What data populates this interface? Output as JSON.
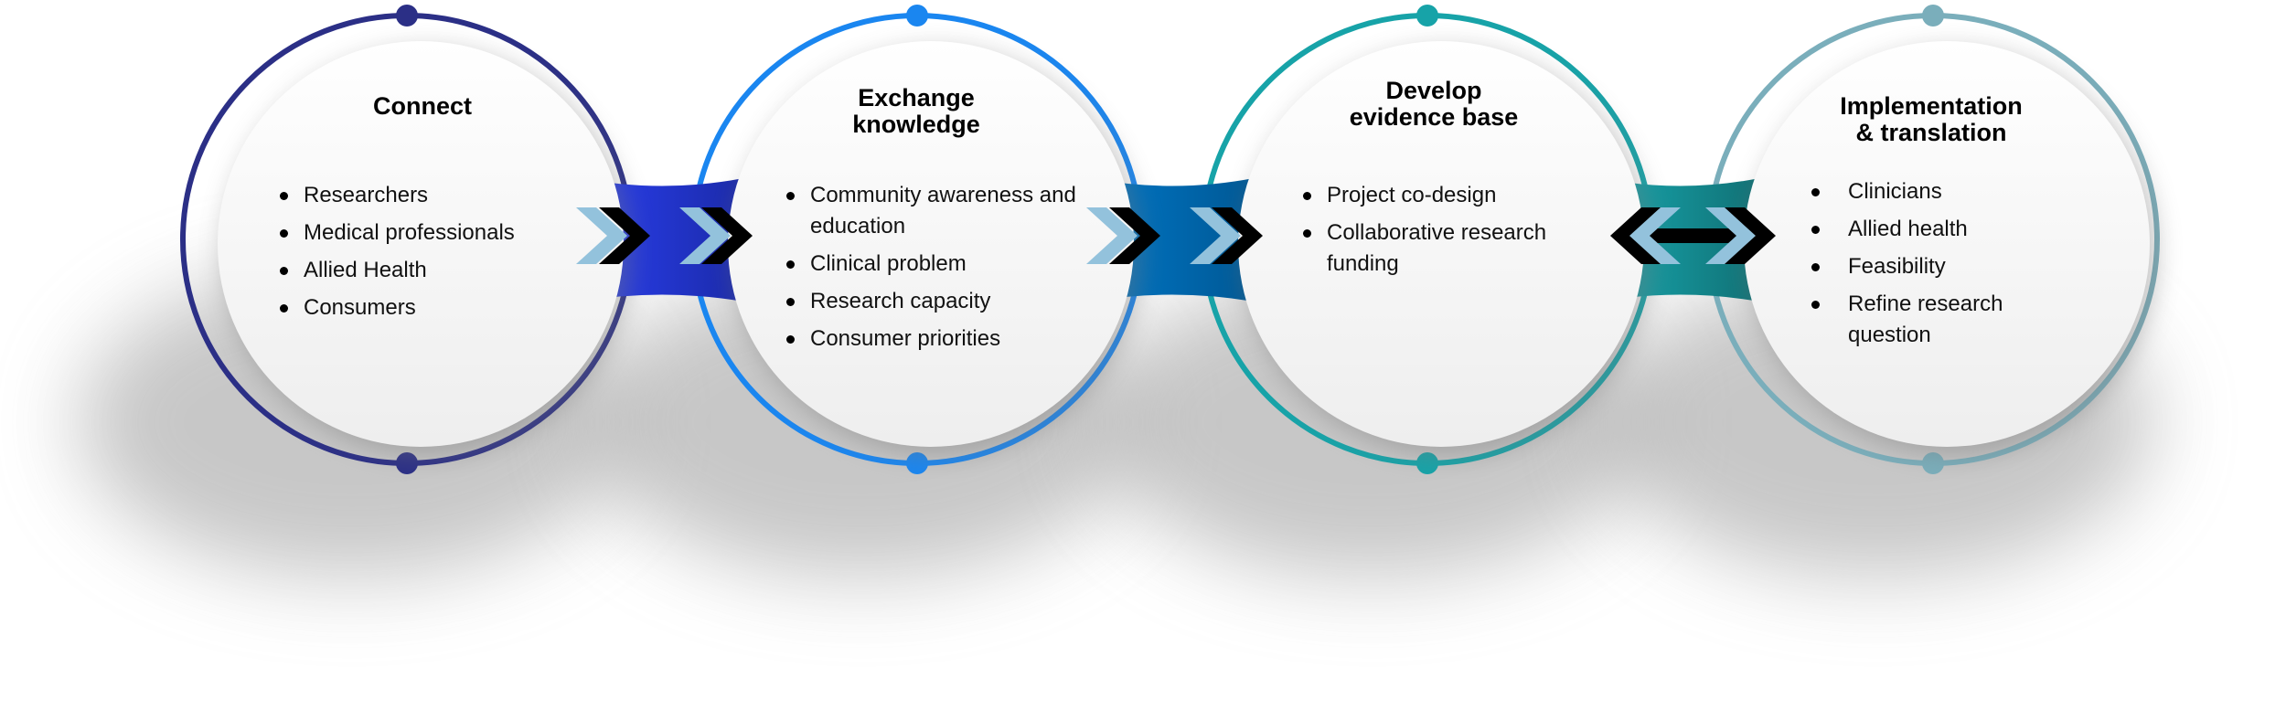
{
  "stages": [
    {
      "title": "Connect",
      "items": [
        "Researchers",
        "Medical professionals",
        "Allied Health",
        "Consumers"
      ],
      "color": "#2b2f86"
    },
    {
      "title": "Exchange knowledge",
      "items": [
        "Community awareness and education",
        "Clinical problem",
        "Research capacity",
        "Consumer priorities"
      ],
      "color": "#1a86f0"
    },
    {
      "title": "Develop evidence base",
      "items": [
        "Project co-design",
        "Collaborative research funding"
      ],
      "color": "#17a3a8"
    },
    {
      "title": "Implementation & translation",
      "items": [
        "Clinicians",
        "Allied health",
        "Feasibility",
        "Refine research question"
      ],
      "color": "#7aaebb"
    }
  ],
  "connectors": [
    {
      "type": "forward-arrows",
      "colors": [
        "#2a40f2",
        "#1b2aa8"
      ]
    },
    {
      "type": "forward-arrows",
      "colors": [
        "#0077c8",
        "#005894"
      ]
    },
    {
      "type": "bidirectional-arrow",
      "colors": [
        "#17a8b0",
        "#117074"
      ]
    }
  ]
}
